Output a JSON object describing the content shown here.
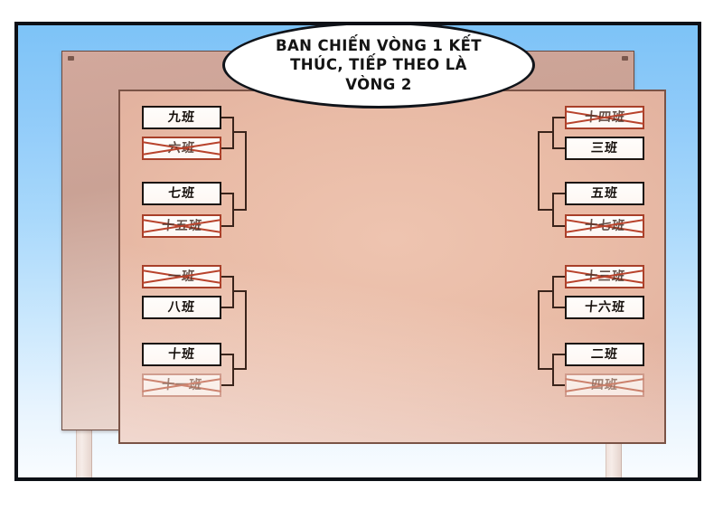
{
  "scene": {
    "type": "comic-panel",
    "background_color": "#8ecaf9",
    "panel_border_color": "#0d1016"
  },
  "bubble": {
    "text": "BAN CHIẾN VÒNG 1 KẾT THÚC, TIẾP THEO LÀ VÒNG 2",
    "lines": [
      "BAN CHIẾN VÒNG 1 KẾT",
      "THÚC, TIẾP THEO LÀ",
      "VÒNG 2"
    ]
  },
  "board": {
    "frame_color": "#caa295",
    "surface_color": "#e9bba6",
    "eliminated_mark_color": "#b8432c",
    "connector_color": "#3a241b"
  },
  "bracket": {
    "round_label": "Vòng 1",
    "left": {
      "group_1": [
        {
          "label": "九班",
          "eliminated": false
        },
        {
          "label": "六班",
          "eliminated": true
        }
      ],
      "group_2": [
        {
          "label": "七班",
          "eliminated": false
        },
        {
          "label": "十五班",
          "eliminated": true
        }
      ],
      "group_3": [
        {
          "label": "一班",
          "eliminated": true
        },
        {
          "label": "八班",
          "eliminated": false
        }
      ],
      "group_4": [
        {
          "label": "十班",
          "eliminated": false
        },
        {
          "label": "十一班",
          "eliminated": true,
          "faded": true
        }
      ]
    },
    "right": {
      "group_1": [
        {
          "label": "十四班",
          "eliminated": true
        },
        {
          "label": "三班",
          "eliminated": false
        }
      ],
      "group_2": [
        {
          "label": "五班",
          "eliminated": false
        },
        {
          "label": "十七班",
          "eliminated": true
        }
      ],
      "group_3": [
        {
          "label": "十三班",
          "eliminated": true
        },
        {
          "label": "十六班",
          "eliminated": false
        }
      ],
      "group_4": [
        {
          "label": "二班",
          "eliminated": false
        },
        {
          "label": "四班",
          "eliminated": true,
          "faded": true
        }
      ]
    }
  }
}
